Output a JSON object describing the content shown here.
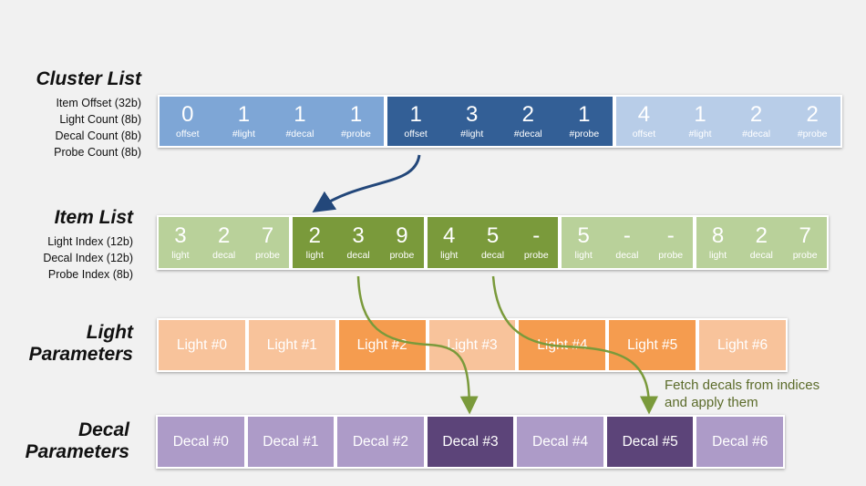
{
  "cluster_list": {
    "title": "Cluster List",
    "fields": [
      "Item Offset (32b)",
      "Light Count  (8b)",
      "Decal Count  (8b)",
      "Probe Count  (8b)"
    ],
    "groups": [
      {
        "color": "#7ea6d6",
        "cells": [
          {
            "num": "0",
            "sub": "offset"
          },
          {
            "num": "1",
            "sub": "#light"
          },
          {
            "num": "1",
            "sub": "#decal"
          },
          {
            "num": "1",
            "sub": "#probe"
          }
        ]
      },
      {
        "color": "#335f96",
        "cells": [
          {
            "num": "1",
            "sub": "offset"
          },
          {
            "num": "3",
            "sub": "#light"
          },
          {
            "num": "2",
            "sub": "#decal"
          },
          {
            "num": "1",
            "sub": "#probe"
          }
        ]
      },
      {
        "color": "#b8cde8",
        "cells": [
          {
            "num": "4",
            "sub": "offset"
          },
          {
            "num": "1",
            "sub": "#light"
          },
          {
            "num": "2",
            "sub": "#decal"
          },
          {
            "num": "2",
            "sub": "#probe"
          }
        ]
      }
    ]
  },
  "item_list": {
    "title": "Item List",
    "fields": [
      "Light Index (12b)",
      "Decal Index (12b)",
      "Probe Index   (8b)"
    ],
    "groups": [
      {
        "color": "#b9d19a",
        "cells": [
          {
            "num": "3",
            "sub": "light"
          },
          {
            "num": "2",
            "sub": "decal"
          },
          {
            "num": "7",
            "sub": "probe"
          }
        ]
      },
      {
        "color": "#7a9a3b",
        "cells": [
          {
            "num": "2",
            "sub": "light"
          },
          {
            "num": "3",
            "sub": "decal"
          },
          {
            "num": "9",
            "sub": "probe"
          }
        ]
      },
      {
        "color": "#7a9a3b",
        "cells": [
          {
            "num": "4",
            "sub": "light"
          },
          {
            "num": "5",
            "sub": "decal"
          },
          {
            "num": "-",
            "sub": "probe"
          }
        ]
      },
      {
        "color": "#b9d19a",
        "cells": [
          {
            "num": "5",
            "sub": "light"
          },
          {
            "num": "-",
            "sub": "decal"
          },
          {
            "num": "-",
            "sub": "probe"
          }
        ]
      },
      {
        "color": "#b9d19a",
        "cells": [
          {
            "num": "8",
            "sub": "light"
          },
          {
            "num": "2",
            "sub": "decal"
          },
          {
            "num": "7",
            "sub": "probe"
          }
        ]
      }
    ]
  },
  "light_parameters": {
    "title_line1": "Light",
    "title_line2": "Parameters",
    "items": [
      {
        "label": "Light #0",
        "color": "#f8c39b"
      },
      {
        "label": "Light #1",
        "color": "#f8c39b"
      },
      {
        "label": "Light #2",
        "color": "#f59c4f"
      },
      {
        "label": "Light #3",
        "color": "#f8c39b"
      },
      {
        "label": "Light #4",
        "color": "#f59c4f"
      },
      {
        "label": "Light #5",
        "color": "#f59c4f"
      },
      {
        "label": "Light #6",
        "color": "#f8c39b"
      }
    ]
  },
  "decal_parameters": {
    "title_line1": "Decal",
    "title_line2": "Parameters",
    "items": [
      {
        "label": "Decal #0",
        "color": "#ad9bc8"
      },
      {
        "label": "Decal #1",
        "color": "#ad9bc8"
      },
      {
        "label": "Decal #2",
        "color": "#ad9bc8"
      },
      {
        "label": "Decal #3",
        "color": "#5c4479"
      },
      {
        "label": "Decal #4",
        "color": "#ad9bc8"
      },
      {
        "label": "Decal #5",
        "color": "#5c4479"
      },
      {
        "label": "Decal #6",
        "color": "#ad9bc8"
      }
    ]
  },
  "note": {
    "line1": "Fetch decals from indices",
    "line2": "and apply them"
  },
  "colors": {
    "blue_arrow": "#23477a",
    "green_arrow": "#7a9a3b",
    "note_text": "#5b6b2a"
  }
}
